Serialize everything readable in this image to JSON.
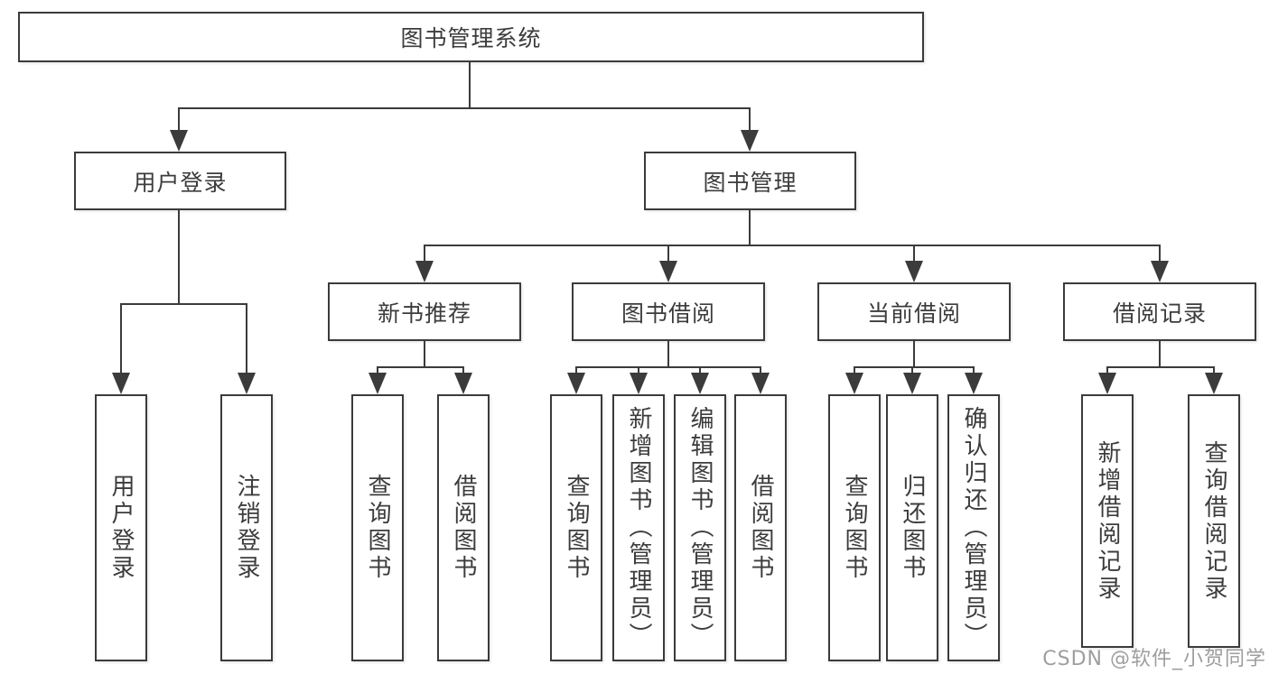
{
  "nodes": {
    "root": "图书管理系统",
    "level2": {
      "user_login": "用户登录",
      "book_management": "图书管理"
    },
    "level3": {
      "new_book_recommend": "新书推荐",
      "book_borrow": "图书借阅",
      "current_borrow": "当前借阅",
      "borrow_records": "借阅记录"
    },
    "leaves": {
      "user_login": "用户登录",
      "logout": "注销登录",
      "query_book_recommend": "查询图书",
      "borrow_book_recommend": "借阅图书",
      "query_book_borrow": "查询图书",
      "add_book_admin": "新增图书（管理员）",
      "edit_book_admin": "编辑图书（管理员）",
      "borrow_book": "借阅图书",
      "query_book_current": "查询图书",
      "return_book": "归还图书",
      "confirm_return_admin": "确认归还（管理员）",
      "add_borrow_record": "新增借阅记录",
      "query_borrow_record": "查询借阅记录"
    }
  },
  "watermark": "CSDN @软件_小贺同学",
  "colors": {
    "line": "#3b3b3b",
    "text": "#3c3c3c",
    "watermark": "#9e9e9e",
    "background": "#ffffff"
  }
}
